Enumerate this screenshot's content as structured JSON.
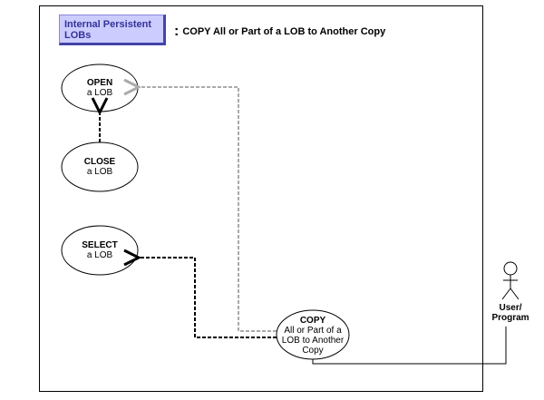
{
  "package_label": "Internal Persistent LOBs",
  "title": "COPY All or Part of a LOB to Another Copy",
  "title_separator": ":",
  "use_cases": {
    "open": {
      "name": "OPEN",
      "detail": "a LOB"
    },
    "close": {
      "name": "CLOSE",
      "detail": "a LOB"
    },
    "select": {
      "name": "SELECT",
      "detail": "a LOB"
    },
    "copy": {
      "name": "COPY",
      "detail": "All or Part of a LOB to Another Copy"
    }
  },
  "actor": {
    "line1": "User/",
    "line2": "Program"
  },
  "colors": {
    "label_bg": "#ccccff",
    "label_text": "#333399",
    "grey_dep": "#aaaaaa"
  }
}
